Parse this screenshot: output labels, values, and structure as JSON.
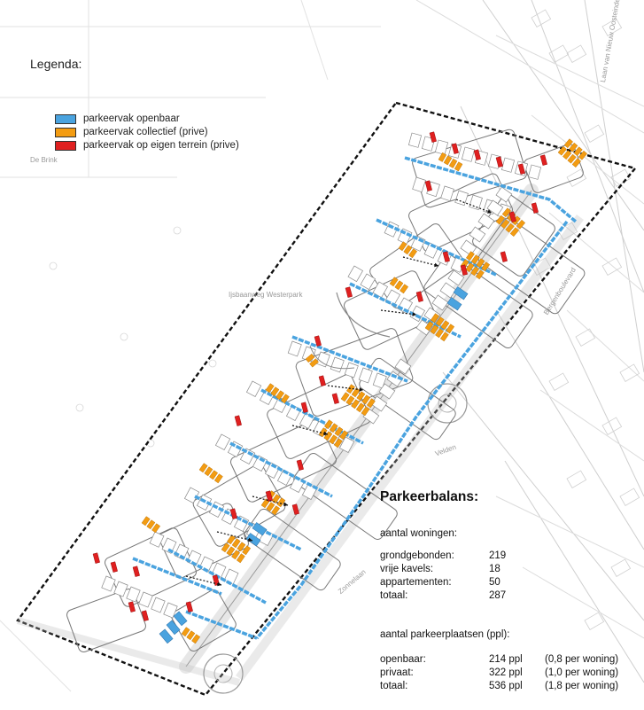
{
  "legend": {
    "title": "Legenda:",
    "items": [
      {
        "label": "parkeervak openbaar",
        "color": "#4aa3df"
      },
      {
        "label": "parkeervak collectief (prive)",
        "color": "#f39c12"
      },
      {
        "label": "parkeervak op eigen terrein (prive)",
        "color": "#e02020"
      }
    ]
  },
  "map_labels": {
    "de_brink": "De Brink",
    "speelplaats": "Ijsbaanweg Westerpark",
    "laan": "Laan van Nieuw Oosteinde",
    "bergenboulevard": "Bergenboulevard",
    "zonnelaan": "Zonnelaan",
    "velden": "Velden"
  },
  "parkeerbalans": {
    "title": "Parkeerbalans:",
    "woningen_header": "aantal woningen:",
    "woningen": [
      {
        "label": "grondgebonden:",
        "value": "219"
      },
      {
        "label": "vrije kavels:",
        "value": "18"
      },
      {
        "label": "appartementen:",
        "value": "50"
      },
      {
        "label": "totaal:",
        "value": "287"
      }
    ],
    "ppl_header": "aantal parkeerplaatsen (ppl):",
    "ppl": [
      {
        "label": "openbaar:",
        "value": "214 ppl",
        "note": "(0,8 per woning)"
      },
      {
        "label": "privaat:",
        "value": "322 ppl",
        "note": "(1,0 per woning)"
      },
      {
        "label": "totaal:",
        "value": "536 ppl",
        "note": "(1,8 per woning)"
      }
    ]
  }
}
